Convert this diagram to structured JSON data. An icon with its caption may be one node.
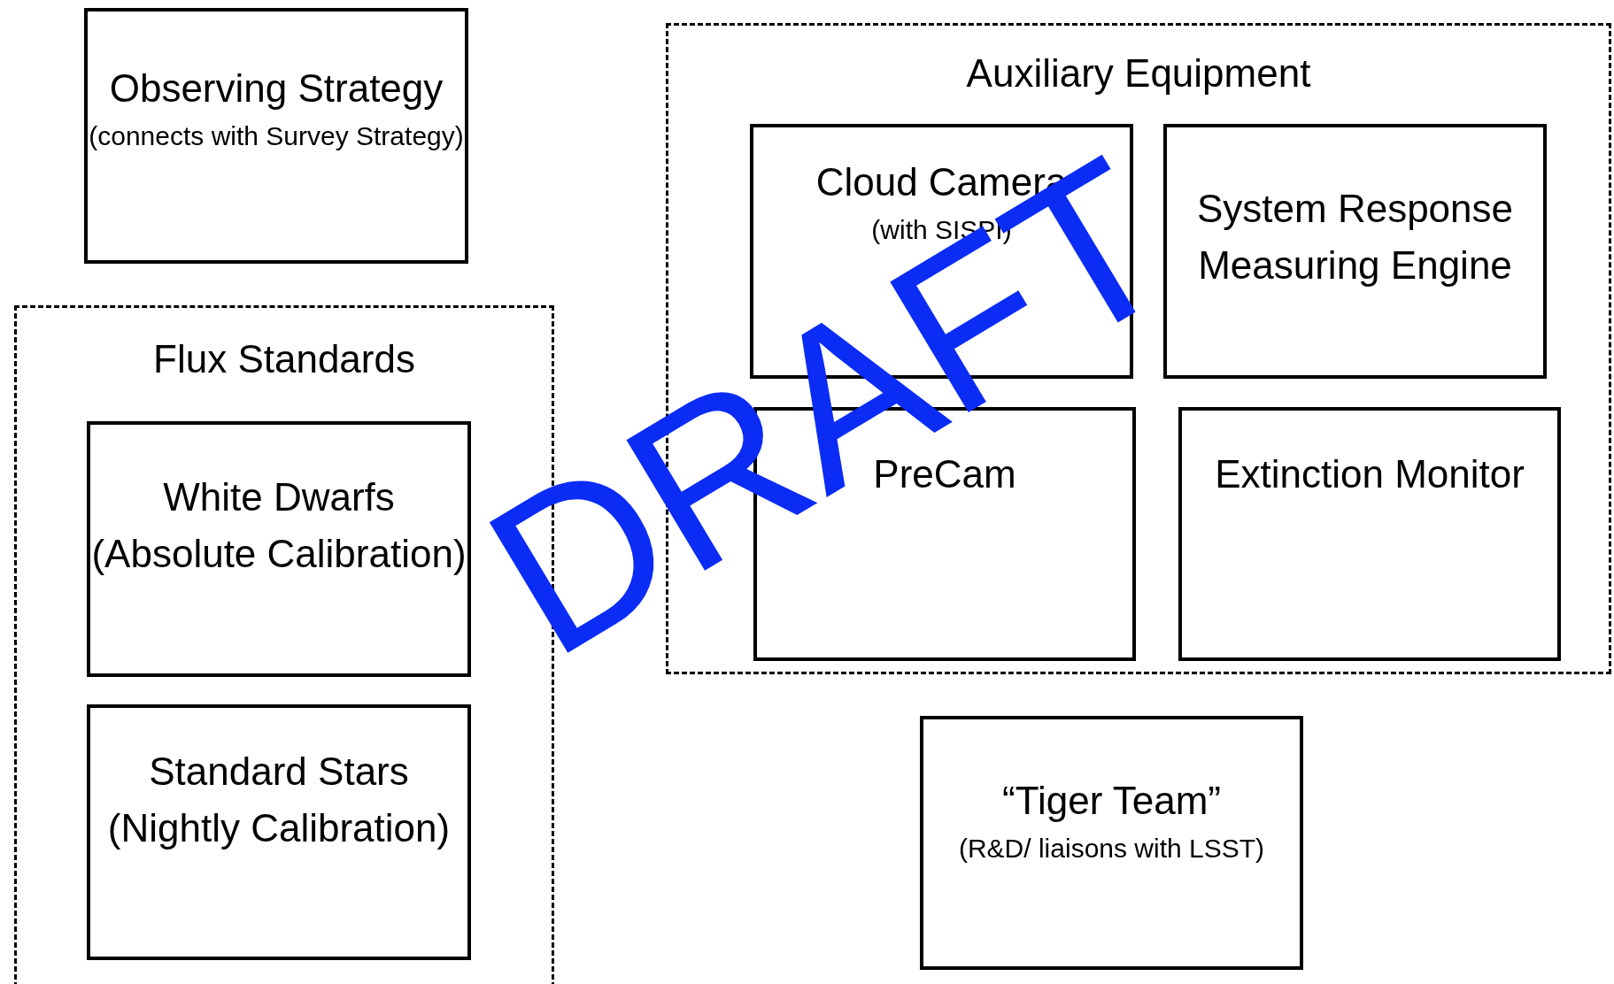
{
  "diagram": {
    "nodes": [
      {
        "text": [
          "Observing Strategy",
          "(connects with Survey Strategy)"
        ]
      },
      {
        "text": [
          "Flux Standards"
        ]
      },
      {
        "text": [
          "White Dwarfs (Absolute Calibration)"
        ],
        "in": 1
      },
      {
        "text": [
          "Standard Stars (Nightly Calibration)"
        ],
        "in": 1
      },
      {
        "text": [
          "Auxiliary Equipment"
        ]
      },
      {
        "text": [
          "Cloud Camera",
          "(with SISPI)"
        ],
        "in": 4
      },
      {
        "text": [
          "System Response Measuring Engine"
        ],
        "in": 4
      },
      {
        "text": [
          "PreCam"
        ],
        "in": 4
      },
      {
        "text": [
          "Extinction Monitor"
        ],
        "in": 4
      },
      {
        "text": [
          "“Tiger Team”",
          "(R&D/ liaisons with LSST)"
        ]
      }
    ],
    "labels": [
      "DRAFT"
    ]
  }
}
